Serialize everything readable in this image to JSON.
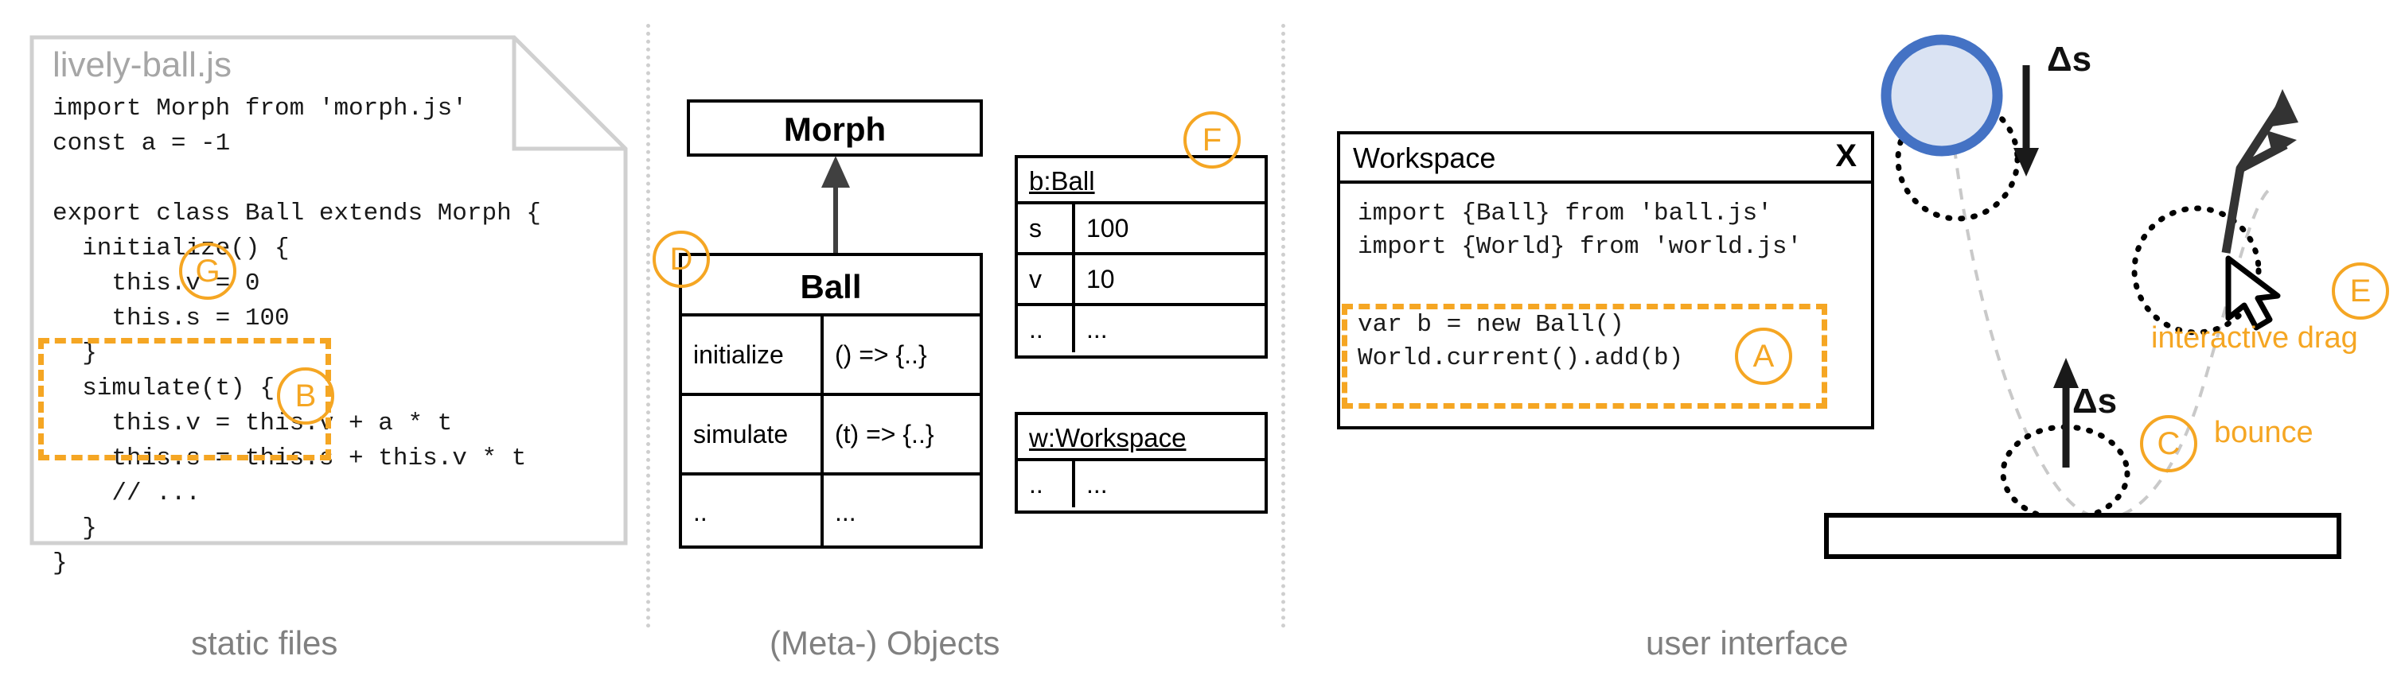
{
  "sections": [
    {
      "id": "static-files",
      "caption": "static files"
    },
    {
      "id": "meta-objects",
      "caption": "(Meta-) Objects"
    },
    {
      "id": "user-interface",
      "caption": "user interface"
    }
  ],
  "colors": {
    "annotation_orange": "#F5A623",
    "ball_stroke": "#4472C4",
    "ball_fill": "#DAE3F3",
    "doc_border": "#D0D0D0",
    "caption_gray": "#808080",
    "title_gray": "#A6A6A6",
    "arrow_gray": "#404040",
    "trajectory_gray": "#C9C9C9"
  },
  "document": {
    "filename": "lively-ball.js",
    "code_lines": [
      "import Morph from 'morph.js'",
      "const a = -1",
      "",
      "export class Ball extends Morph {",
      "  initialize() {",
      "    this.v = 0",
      "    this.s = 100",
      "  }",
      "  simulate(t) {",
      "    this.v = this.v + a * t",
      "    this.s = this.s + this.v * t",
      "    // ...",
      "  }",
      "}"
    ]
  },
  "uml": {
    "superclass": {
      "name": "Morph"
    },
    "subclass": {
      "name": "Ball",
      "rows": [
        {
          "member": "initialize",
          "value": "() => {..}"
        },
        {
          "member": "simulate",
          "value": "(t) => {..}"
        },
        {
          "member": "..",
          "value": "..."
        }
      ]
    },
    "arrow_kind": "inheritance-arrow"
  },
  "objects": [
    {
      "header": "b:Ball",
      "rows": [
        {
          "key": "s",
          "value": "100"
        },
        {
          "key": "v",
          "value": "10"
        },
        {
          "key": "..",
          "value": "..."
        }
      ]
    },
    {
      "header": "w:Workspace",
      "rows": [
        {
          "key": "..",
          "value": "..."
        }
      ]
    }
  ],
  "workspace": {
    "title": "Workspace",
    "close_label": "X",
    "code_top": [
      "import {Ball} from 'ball.js'",
      "import {World} from 'world.js'"
    ],
    "code_selected": [
      "var b = new Ball()",
      "World.current().add(b)"
    ]
  },
  "scene": {
    "delta_top": "Δs",
    "delta_bottom": "Δs",
    "label_drag": "interactive drag",
    "label_bounce": "bounce"
  },
  "badges": {
    "a": "A",
    "b": "B",
    "c": "C",
    "d": "D",
    "e": "E",
    "f": "F",
    "g": "G"
  }
}
